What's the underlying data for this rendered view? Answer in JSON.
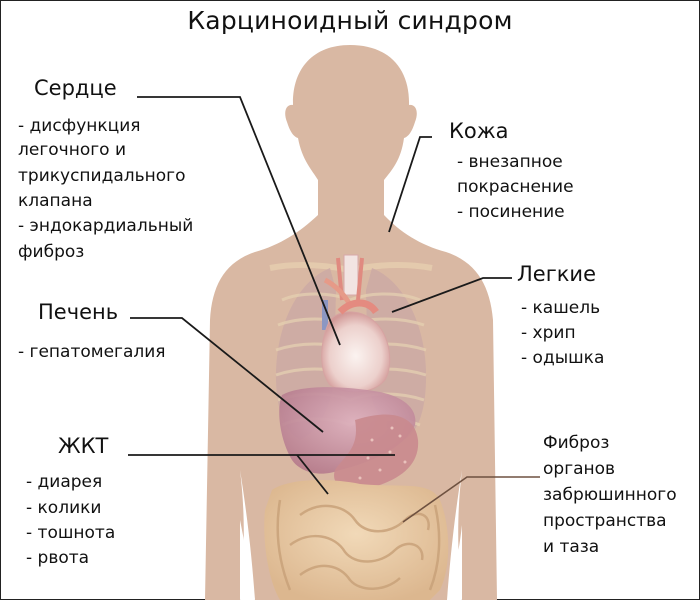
{
  "title": "Карциноидный синдром",
  "colors": {
    "skin": "#d9b8a3",
    "background": "#ffffff",
    "leader_line": "#1a1a1a",
    "fibrosis_line": "#8a6a55",
    "text": "#111111"
  },
  "sections": {
    "heart": {
      "heading": "Сердце",
      "lines": [
        "- дисфункция",
        "легочного и",
        "трикуспидального",
        "клапана",
        "- эндокардиальный",
        "фиброз"
      ]
    },
    "skin": {
      "heading": "Кожа",
      "lines": [
        "- внезапное",
        "покраснение",
        "- посинение"
      ]
    },
    "lungs": {
      "heading": "Легкие",
      "lines": [
        "- кашель",
        "- хрип",
        "- одышка"
      ]
    },
    "liver": {
      "heading": "Печень",
      "lines": [
        "- гепатомегалия"
      ]
    },
    "gi": {
      "heading": "ЖКТ",
      "lines": [
        "- диарея",
        "- колики",
        "- тошнота",
        "- рвота"
      ]
    },
    "fibrosis": {
      "lines": [
        "Фиброз",
        "органов",
        "забрюшинного",
        "пространства",
        "и таза"
      ]
    }
  }
}
